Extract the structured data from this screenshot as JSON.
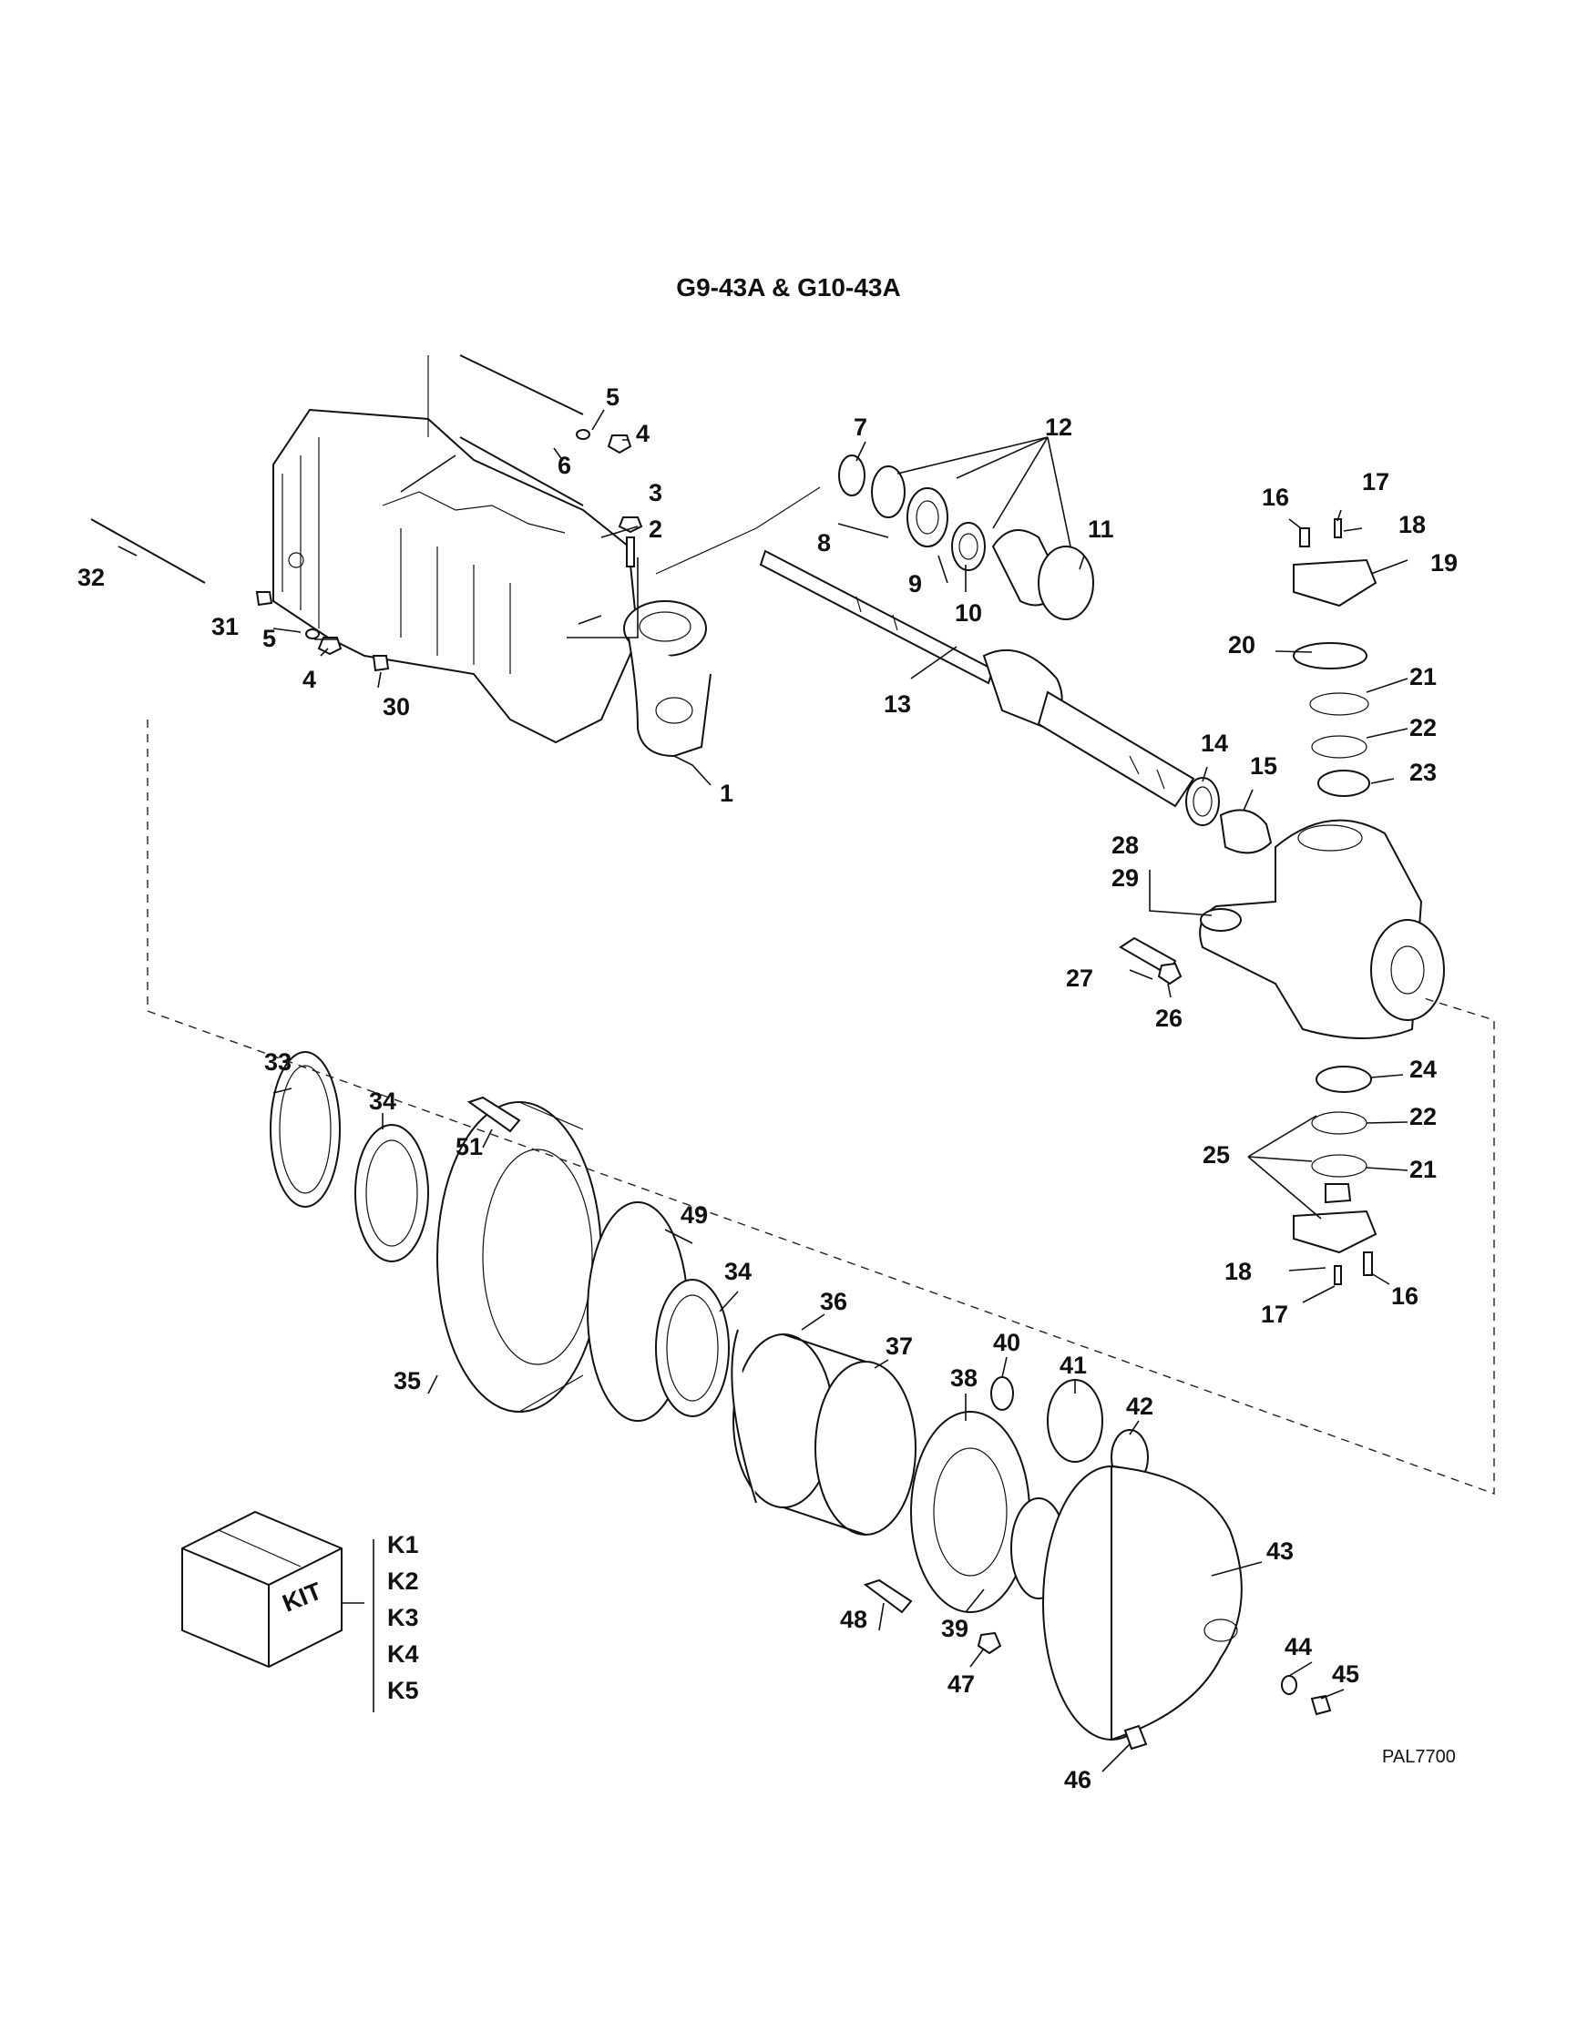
{
  "title": "G9-43A & G10-43A",
  "reference_code": "PAL7700",
  "kit_box_label": "KIT",
  "kit_items": [
    "K1",
    "K2",
    "K3",
    "K4",
    "K5"
  ],
  "callouts": {
    "n1": "1",
    "n2": "2",
    "n3": "3",
    "n4a": "4",
    "n4b": "4",
    "n5a": "5",
    "n5b": "5",
    "n6": "6",
    "n7": "7",
    "n8": "8",
    "n9": "9",
    "n10": "10",
    "n11": "11",
    "n12": "12",
    "n13": "13",
    "n14": "14",
    "n15": "15",
    "n16a": "16",
    "n16b": "16",
    "n17a": "17",
    "n17b": "17",
    "n18a": "18",
    "n18b": "18",
    "n19": "19",
    "n20": "20",
    "n21a": "21",
    "n21b": "21",
    "n22a": "22",
    "n22b": "22",
    "n23": "23",
    "n24": "24",
    "n25": "25",
    "n26": "26",
    "n27": "27",
    "n28": "28",
    "n29": "29",
    "n30": "30",
    "n31": "31",
    "n32": "32",
    "n33": "33",
    "n34a": "34",
    "n34b": "34",
    "n35": "35",
    "n36": "36",
    "n37": "37",
    "n38": "38",
    "n39": "39",
    "n40": "40",
    "n41": "41",
    "n42": "42",
    "n43": "43",
    "n44": "44",
    "n45": "45",
    "n46": "46",
    "n47": "47",
    "n48": "48",
    "n49": "49",
    "n51": "51"
  }
}
